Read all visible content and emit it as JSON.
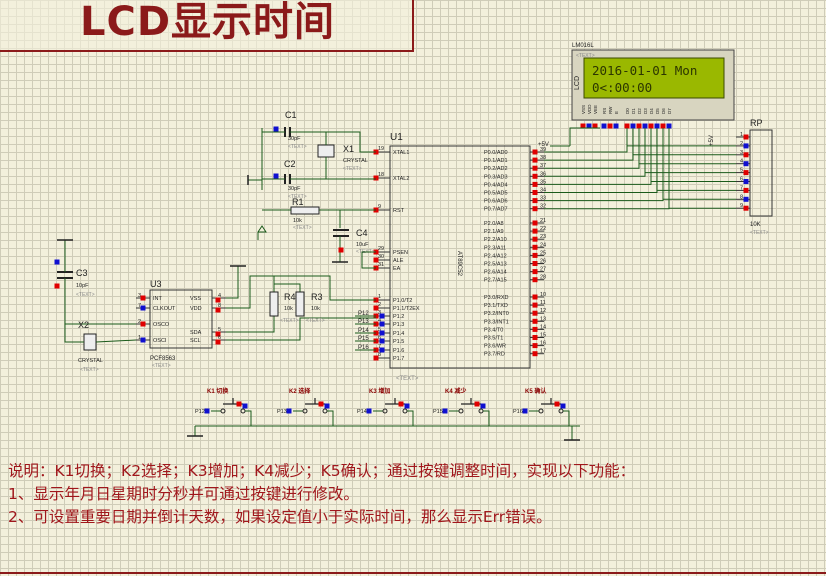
{
  "title": "LCD显示时间",
  "lcd": {
    "part": "LM016L",
    "ref": "LCD",
    "text_placeholder": "<TEXT>",
    "line1": "2016-01-01 Mon",
    "line2": "0<:00:00",
    "pins": [
      "VSS",
      "VDD",
      "VEE",
      "RS",
      "RW",
      "E",
      "D0",
      "D1",
      "D2",
      "D3",
      "D4",
      "D5",
      "D6",
      "D7"
    ]
  },
  "rp": {
    "ref": "RP",
    "value": "10K",
    "text": "<TEXT>",
    "pins": [
      "1",
      "2",
      "3",
      "4",
      "5",
      "6",
      "7",
      "8",
      "9"
    ]
  },
  "mcu": {
    "ref": "U1",
    "part": "AT89C52",
    "text": "<TEXT>",
    "left_pins": [
      {
        "num": "19",
        "name": "XTAL1"
      },
      {
        "num": "18",
        "name": "XTAL2"
      },
      {
        "num": "9",
        "name": "RST"
      },
      {
        "num": "29",
        "name": "PSEN"
      },
      {
        "num": "30",
        "name": "ALE"
      },
      {
        "num": "31",
        "name": "EA"
      },
      {
        "num": "1",
        "name": "P1.0/T2"
      },
      {
        "num": "2",
        "name": "P1.1/T2EX"
      },
      {
        "num": "3",
        "name": "P1.2"
      },
      {
        "num": "4",
        "name": "P1.3"
      },
      {
        "num": "5",
        "name": "P1.4"
      },
      {
        "num": "6",
        "name": "P1.5"
      },
      {
        "num": "7",
        "name": "P1.6"
      },
      {
        "num": "8",
        "name": "P1.7"
      }
    ],
    "right_pins_p0": [
      {
        "num": "39",
        "name": "P0.0/AD0"
      },
      {
        "num": "38",
        "name": "P0.1/AD1"
      },
      {
        "num": "37",
        "name": "P0.2/AD2"
      },
      {
        "num": "36",
        "name": "P0.3/AD3"
      },
      {
        "num": "35",
        "name": "P0.4/AD4"
      },
      {
        "num": "34",
        "name": "P0.5/AD5"
      },
      {
        "num": "33",
        "name": "P0.6/AD6"
      },
      {
        "num": "32",
        "name": "P0.7/AD7"
      }
    ],
    "right_pins_p2": [
      {
        "num": "21",
        "name": "P2.0/A8"
      },
      {
        "num": "22",
        "name": "P2.1/A9"
      },
      {
        "num": "23",
        "name": "P2.2/A10"
      },
      {
        "num": "24",
        "name": "P2.3/A11"
      },
      {
        "num": "25",
        "name": "P2.4/A12"
      },
      {
        "num": "26",
        "name": "P2.5/A13"
      },
      {
        "num": "27",
        "name": "P2.6/A14"
      },
      {
        "num": "28",
        "name": "P2.7/A15"
      }
    ],
    "right_pins_p3": [
      {
        "num": "10",
        "name": "P3.0/RXD"
      },
      {
        "num": "11",
        "name": "P3.1/TXD"
      },
      {
        "num": "12",
        "name": "P3.2/INT0"
      },
      {
        "num": "13",
        "name": "P3.3/INT1"
      },
      {
        "num": "14",
        "name": "P3.4/T0"
      },
      {
        "num": "15",
        "name": "P3.5/T1"
      },
      {
        "num": "16",
        "name": "P3.6/WR"
      },
      {
        "num": "17",
        "name": "P3.7/RD"
      }
    ],
    "p1_labels": [
      "P12",
      "P13",
      "P14",
      "P15",
      "P16"
    ]
  },
  "c1": {
    "ref": "C1",
    "value": "30pF",
    "text": "<TEXT>"
  },
  "c2": {
    "ref": "C2",
    "value": "30pF",
    "text": "<TEXT>"
  },
  "x1": {
    "ref": "X1",
    "value": "CRYSTAL",
    "text": "<TEXT>"
  },
  "r1": {
    "ref": "R1",
    "value": "10k",
    "text": "<TEXT>"
  },
  "c4": {
    "ref": "C4",
    "value": "10uF",
    "text": "<TEXT>"
  },
  "c3": {
    "ref": "C3",
    "value": "10pF",
    "text": "<TEXT>"
  },
  "x2": {
    "ref": "X2",
    "value": "CRYSTAL",
    "text": "<TEXT>"
  },
  "r3": {
    "ref": "R3",
    "value": "10k",
    "text": "<TEXT>"
  },
  "r4": {
    "ref": "R4",
    "value": "10k",
    "text": "<TEXT>"
  },
  "u3": {
    "ref": "U3",
    "part": "PCF8563",
    "text": "<TEXT>",
    "left": [
      {
        "num": "3",
        "name": "INT"
      },
      {
        "num": "7",
        "name": "CLKOUT"
      },
      {
        "num": "2",
        "name": "OSCO"
      },
      {
        "num": "1",
        "name": "OSCI"
      }
    ],
    "right": [
      {
        "num": "4",
        "name": "VSS"
      },
      {
        "num": "8",
        "name": "VDD"
      },
      {
        "num": "5",
        "name": "SDA"
      },
      {
        "num": "6",
        "name": "SCL"
      }
    ]
  },
  "vcc_label": "+5V",
  "keys": [
    {
      "label": "K1 切换",
      "net": "P12"
    },
    {
      "label": "K2 选择",
      "net": "P13"
    },
    {
      "label": "K3 增加",
      "net": "P14"
    },
    {
      "label": "K4 减少",
      "net": "P15"
    },
    {
      "label": "K5 确认",
      "net": "P16"
    }
  ],
  "notes": [
    "说明：K1切换；K2选择；K3增加；K4减少；K5确认；通过按键调整时间，实现以下功能：",
    "1、显示年月日星期时分秒并可通过按键进行修改。",
    "2、可设置重要日期并倒计天数，如果设定值小于实际时间，那么显示Err错误。"
  ],
  "colors": {
    "title": "#8b1a1a",
    "wire": "#1a5a1a",
    "part": "#7a1010",
    "notes": "#a0171c",
    "lcd_bg": "#9ab800",
    "lcd_text": "#2c3600",
    "pin_red": "#e00000",
    "pin_blue": "#1010d0"
  }
}
